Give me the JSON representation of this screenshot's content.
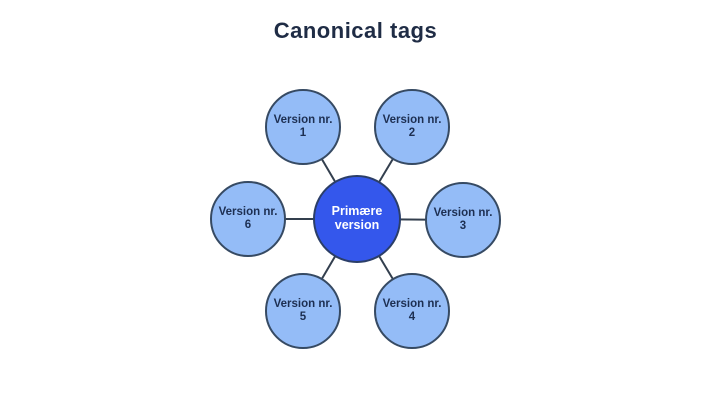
{
  "title": "Canonical tags",
  "colors": {
    "background": "#ffffff",
    "title_text": "#1f2c45",
    "center_fill": "#3457ec",
    "center_stroke": "#2b3e68",
    "center_text": "#ffffff",
    "satellite_fill": "#94bcf7",
    "satellite_stroke": "#364a63",
    "satellite_text": "#1d2f52",
    "connector_line": "#333f4e"
  },
  "diagram": {
    "center": {
      "label": "Primære version"
    },
    "nodes": [
      {
        "label": "Version nr. 1"
      },
      {
        "label": "Version nr. 2"
      },
      {
        "label": "Version nr. 3"
      },
      {
        "label": "Version nr. 4"
      },
      {
        "label": "Version nr. 5"
      },
      {
        "label": "Version nr. 6"
      }
    ]
  }
}
